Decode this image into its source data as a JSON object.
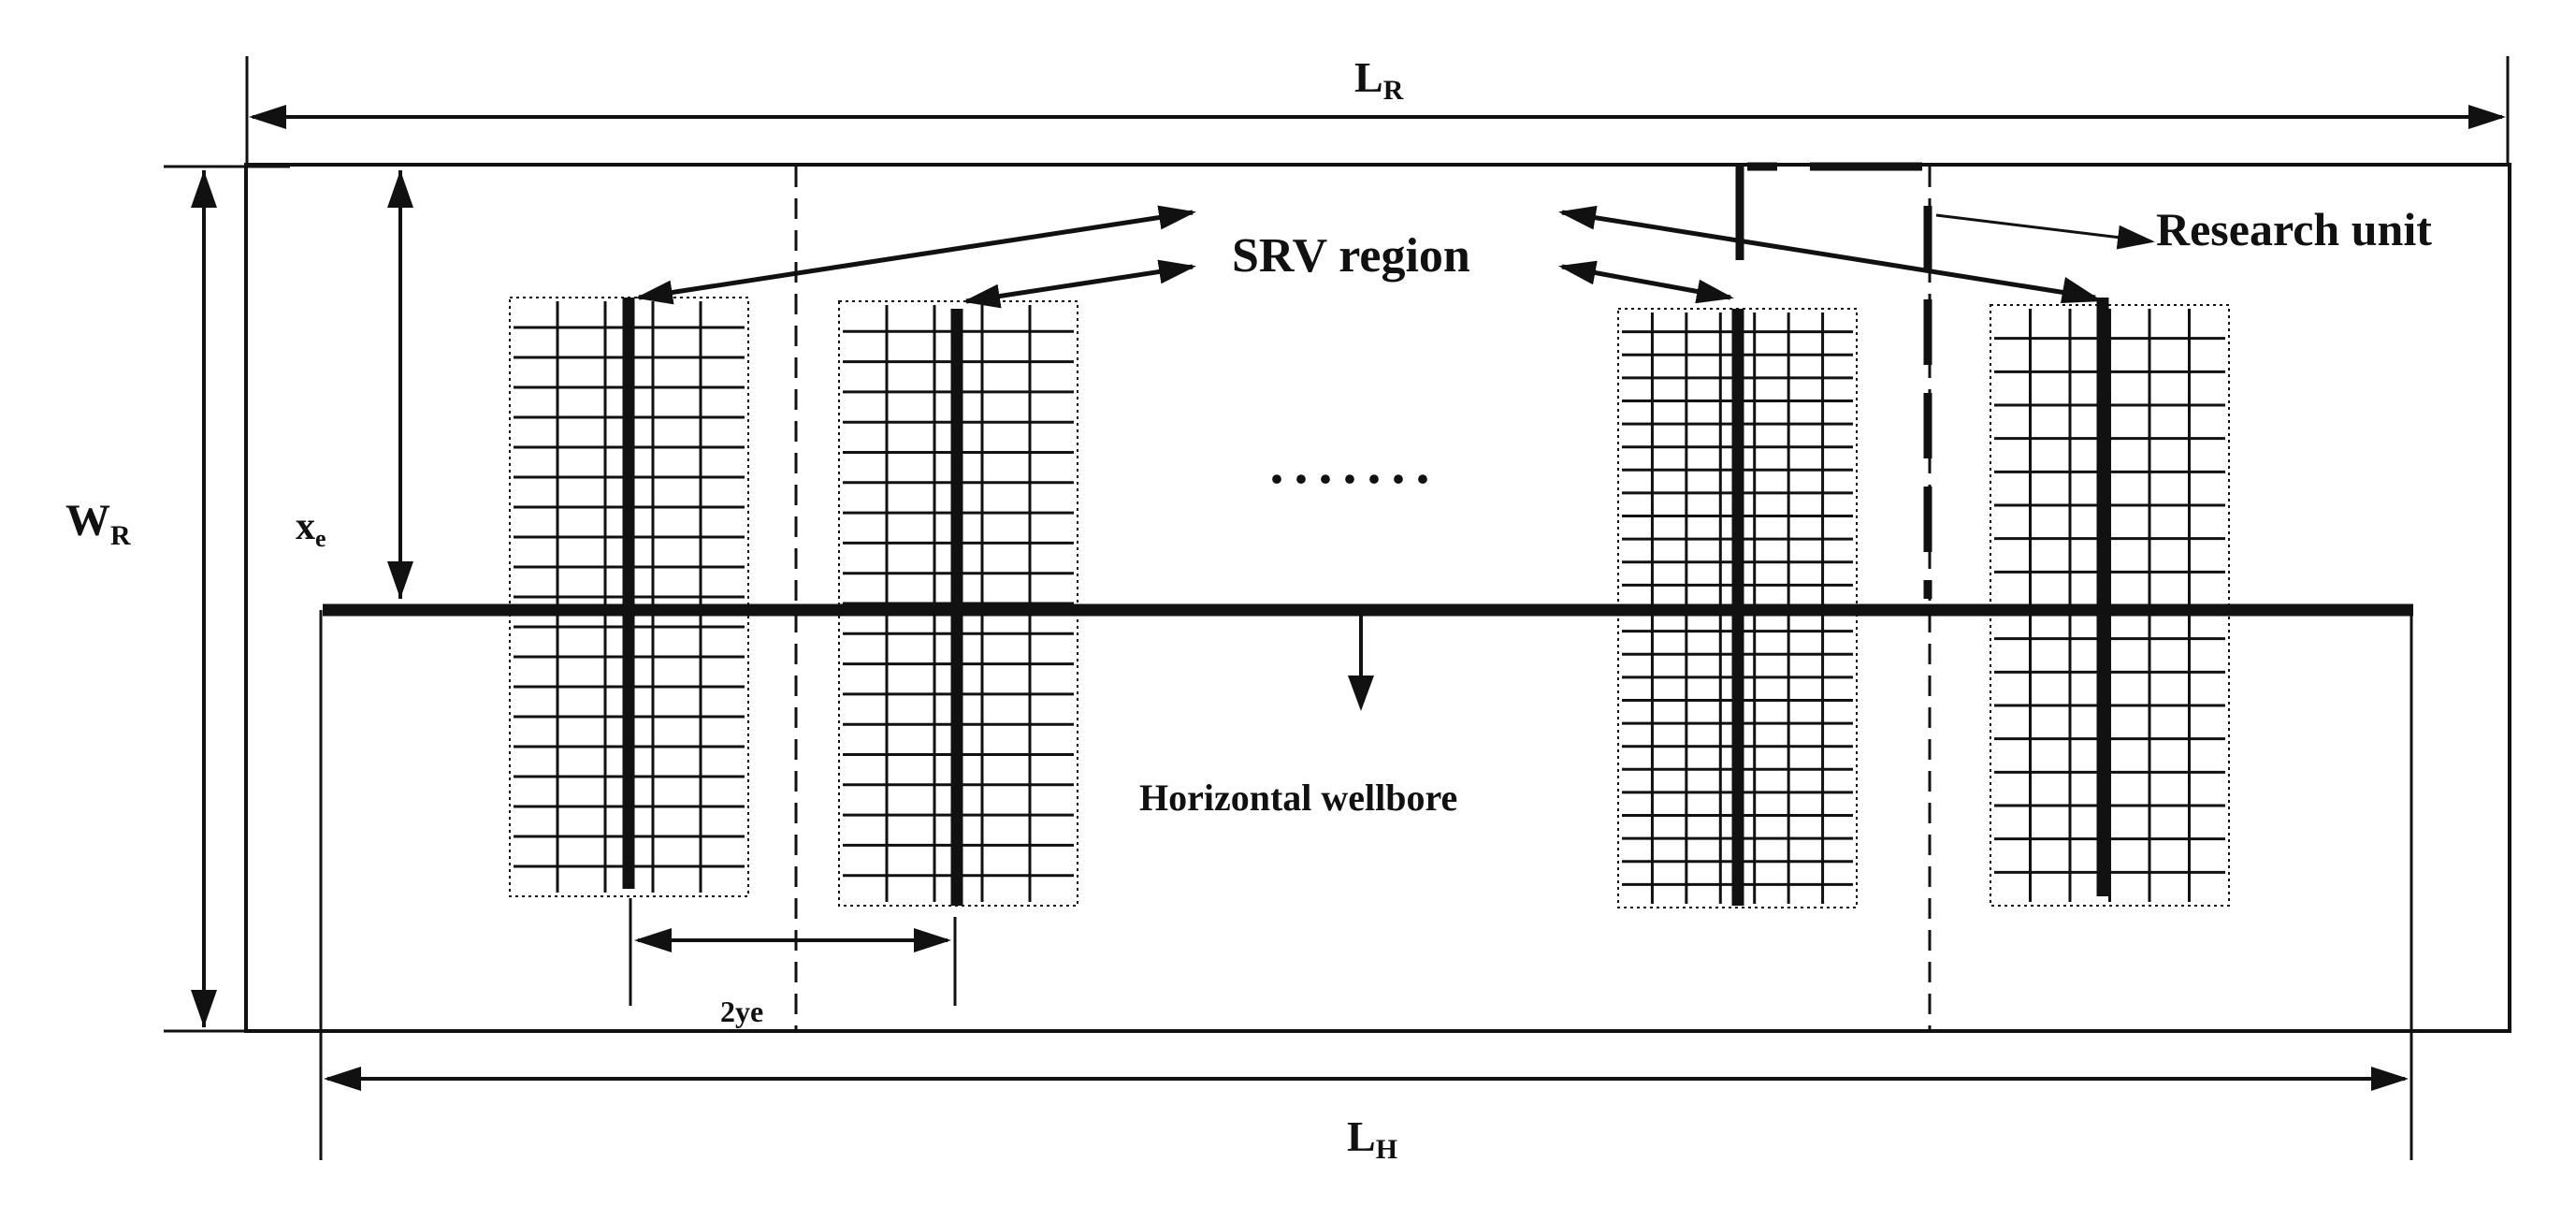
{
  "labels": {
    "lr_main": "L",
    "lr_sub": "R",
    "wr_main": "W",
    "wr_sub": "R",
    "lh_main": "L",
    "lh_sub": "H",
    "xe": "x",
    "xe_sub": "e",
    "two_ye": "2ye",
    "srv_region": "SRV region",
    "research_unit": "Research unit",
    "horizontal_wellbore": "Horizontal wellbore",
    "ellipsis": "·······"
  },
  "colors": {
    "line": "#111111",
    "background": "#ffffff"
  }
}
